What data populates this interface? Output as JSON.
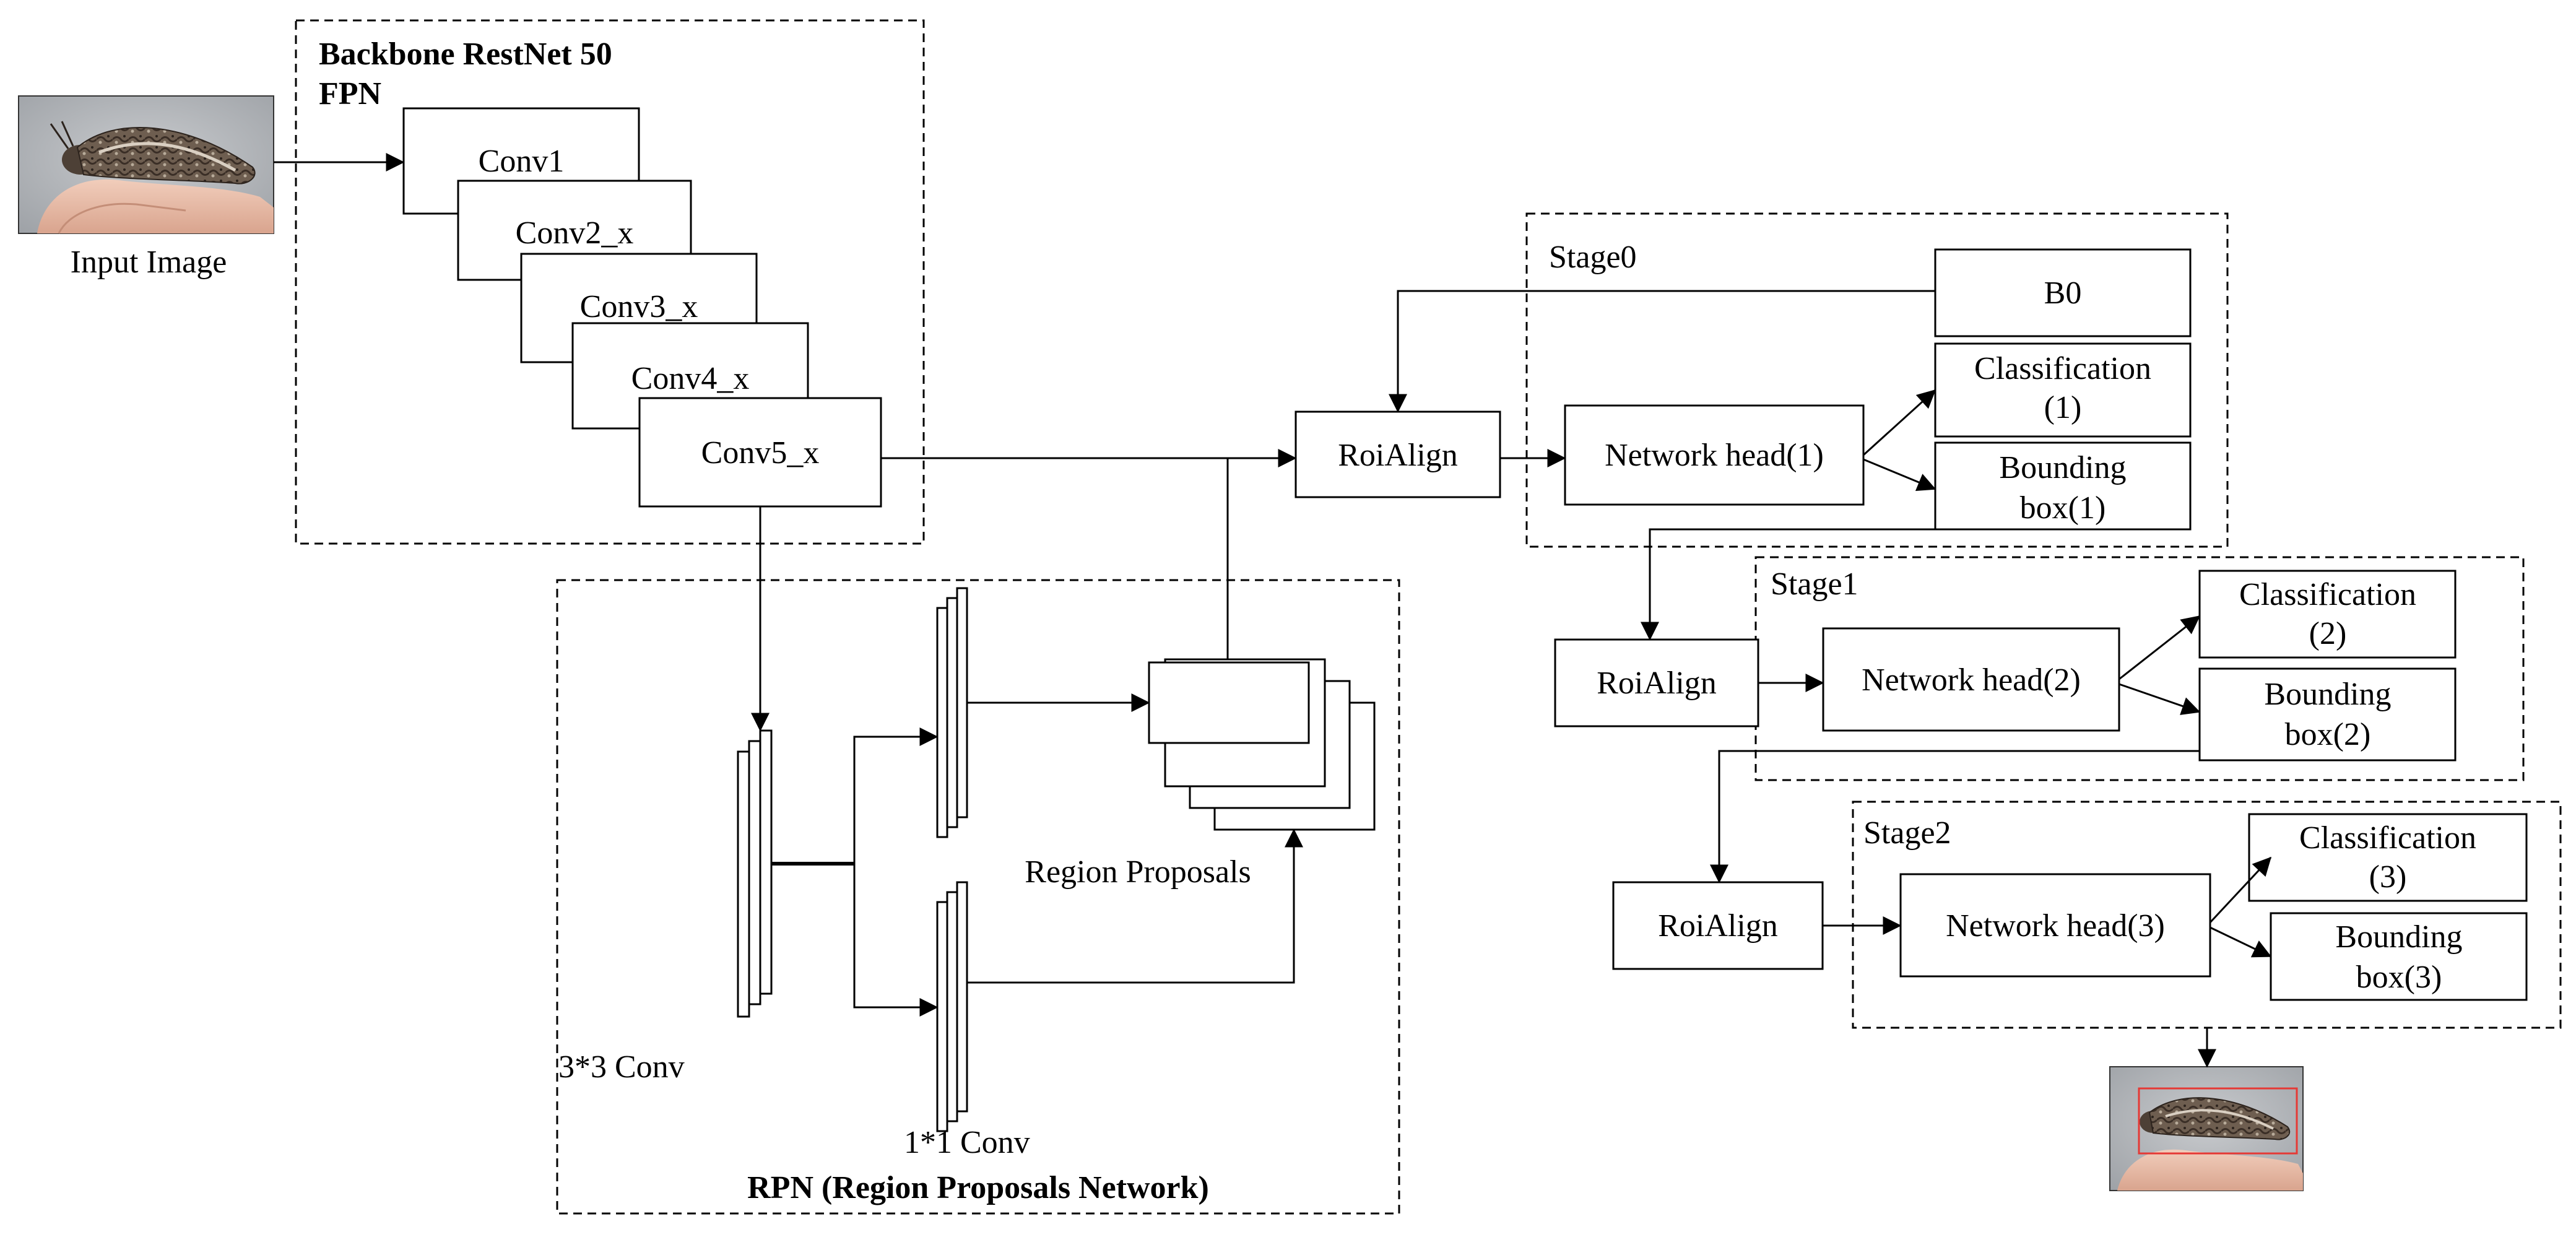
{
  "backbone": {
    "title": "Backbone RestNet 50",
    "subtitle": "FPN"
  },
  "input_caption": "Input  Image",
  "conv_layers": [
    "Conv1",
    "Conv2_x",
    "Conv3_x",
    "Conv4_x",
    "Conv5_x"
  ],
  "rpn": {
    "title": "RPN (Region Proposals Network)",
    "conv3": "3*3 Conv",
    "conv1": "1*1 Conv",
    "proposals": "Region Proposals"
  },
  "stages": [
    {
      "label": "Stage0",
      "b0": "B0",
      "roi": "RoiAlign",
      "head": "Network head(1)",
      "cls": [
        "Classification",
        "(1)"
      ],
      "box": [
        "Bounding",
        "box(1)"
      ]
    },
    {
      "label": "Stage1",
      "roi": "RoiAlign",
      "head": "Network head(2)",
      "cls": [
        "Classification",
        "(2)"
      ],
      "box": [
        "Bounding",
        "box(2)"
      ]
    },
    {
      "label": "Stage2",
      "roi": "RoiAlign",
      "head": "Network  head(3)",
      "cls": [
        "Classification",
        "(3)"
      ],
      "box": [
        "Bounding",
        "box(3)"
      ]
    }
  ],
  "images": {
    "input": "moth-photo",
    "output": "moth-photo-detected"
  },
  "colors": {
    "detection_box": "#e53935"
  }
}
